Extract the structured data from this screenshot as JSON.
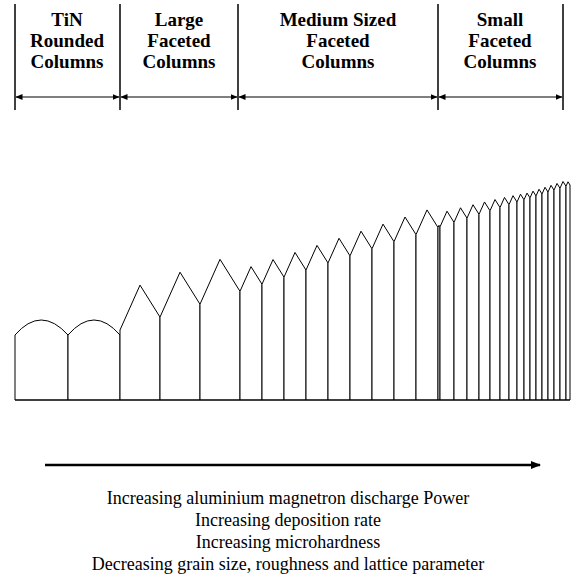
{
  "diagram": {
    "labels": [
      "TiN Rounded Columns",
      "Large Faceted Columns",
      "Medium Sized Faceted Columns",
      "Small Faceted Columns",
      "Increasing aluminium magnetron discharge Power",
      "Increasing deposition rate",
      "Increasing microhardness",
      "Decreasing grain size, roughness and lattice parameter"
    ]
  }
}
